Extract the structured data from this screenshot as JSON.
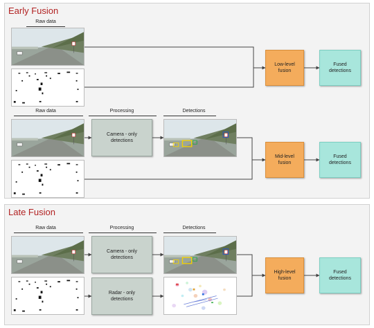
{
  "early": {
    "title": "Early Fusion",
    "raw_data_header": "Raw data",
    "fusion_label": "Low-level\nfusion",
    "fused_label": "Fused\ndetections"
  },
  "mid": {
    "raw_data_header": "Raw data",
    "processing_header": "Processing",
    "detections_header": "Detections",
    "camera_proc_label": "Camera - only\ndetections",
    "fusion_label": "Mid-level\nfusion",
    "fused_label": "Fused\ndetections"
  },
  "late": {
    "title": "Late Fusion",
    "raw_data_header": "Raw data",
    "processing_header": "Processing",
    "detections_header": "Detections",
    "camera_proc_label": "Camera - only\ndetections",
    "radar_proc_label": "Radar - only\ndetections",
    "fusion_label": "High-level\nfusion",
    "fused_label": "Fused\ndetections"
  },
  "colors": {
    "title": "#b22222",
    "fusion_box": "#f4ac5c",
    "fused_box": "#a8e6dc",
    "processing_box": "#c9d3cd",
    "panel_bg": "#f3f3f3"
  }
}
